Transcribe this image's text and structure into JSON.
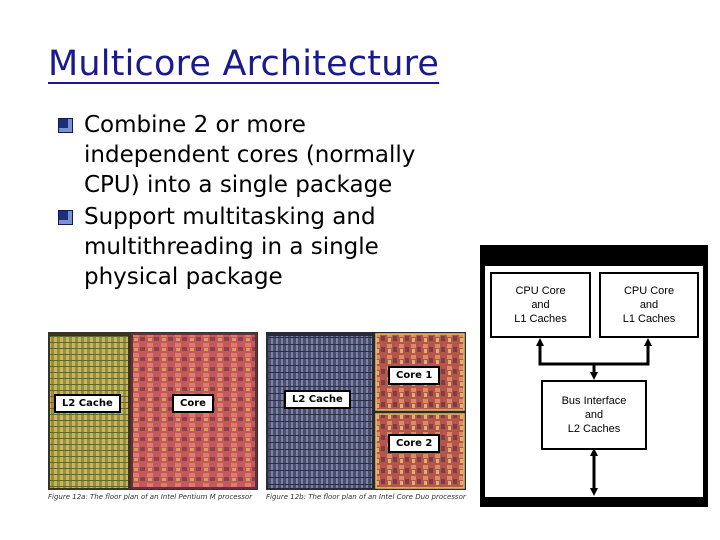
{
  "slide": {
    "title": "Multicore Architecture",
    "bullets": [
      {
        "line1": "Combine 2 or more",
        "line2": "independent cores (normally",
        "line3": "CPU) into a single package"
      },
      {
        "line1": "Support multitasking and",
        "line2": "multithreading in a single",
        "line3": "physical package"
      }
    ]
  },
  "figures": {
    "pentium_m": {
      "labels": {
        "l2": "L2 Cache",
        "core": "Core"
      },
      "caption": "Figure 12a: The floor plan of an Intel Pentium M processor"
    },
    "core_duo": {
      "labels": {
        "l2": "L2 Cache",
        "core1": "Core 1",
        "core2": "Core 2"
      },
      "caption": "Figure 12b: The floor plan of an Intel Core Duo processor"
    }
  },
  "diagram": {
    "cpu_core_1": {
      "l1": "CPU Core",
      "l2": "and",
      "l3": "L1 Caches"
    },
    "cpu_core_2": {
      "l1": "CPU Core",
      "l2": "and",
      "l3": "L1 Caches"
    },
    "bus": {
      "l1": "Bus Interface",
      "l2": "and",
      "l3": "L2 Caches"
    }
  },
  "colors": {
    "title": "#1a1a8c",
    "bullet_mark": "#1c2f7a"
  }
}
